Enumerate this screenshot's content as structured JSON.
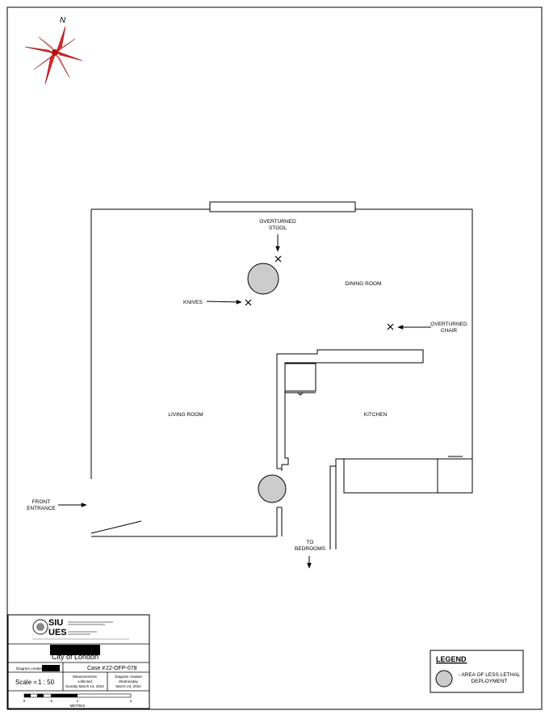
{
  "compass": {
    "north_label": "N",
    "icon": "north-arrow-icon"
  },
  "rooms": {
    "dining": "DINING ROOM",
    "living": "LIVING ROOM",
    "kitchen": "KITCHEN"
  },
  "annotations": {
    "stool_line1": "OVERTURNED",
    "stool_line2": "STOOL",
    "knives": "KNIVES",
    "chair_line1": "OVERTURNED",
    "chair_line2": "CHAIR",
    "entrance_line1": "FRONT",
    "entrance_line2": "ENTRANCE",
    "bedrooms_line1": "TO",
    "bedrooms_line2": "BEDROOMS"
  },
  "title_block": {
    "org_short_top": "SIU",
    "org_short_bottom": "UES",
    "city": "City of London",
    "diagram_created_by_label": "Diagram created",
    "case_label": "Case #",
    "case_number": "22-OFP-078",
    "scale_label": "Scale =",
    "scale_value": "1 : 50",
    "measurements_line1": "Measurements",
    "measurements_line2": "collected",
    "measurements_line3": "Sunday March 13, 2022",
    "created_line1": "Diagram created",
    "created_line2": "Wednesday",
    "created_line3": "March 23, 2022",
    "scale_bar_ticks": [
      "0",
      ".5",
      "1",
      "2"
    ],
    "scale_bar_unit": "METRES"
  },
  "legend": {
    "title": "LEGEND",
    "item_line1": "- AREA OF LESS LETHAL",
    "item_line2": "DEPLOYMENT"
  },
  "colors": {
    "compass_red": "#e8262a",
    "deployment_fill": "#cccccc",
    "line": "#000000",
    "redaction": "#000000"
  }
}
